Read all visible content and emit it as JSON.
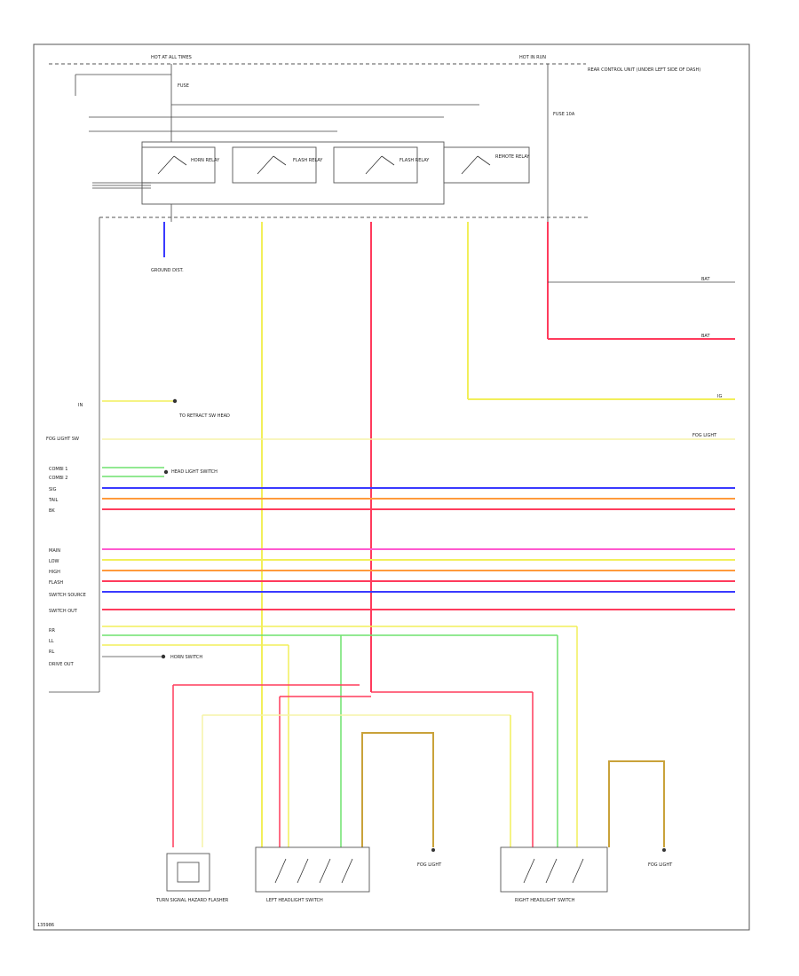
{
  "colors": {
    "red": "#ff3b5c",
    "yellow": "#f2ef5a",
    "blue": "#3a3aff",
    "orange": "#ff9a3c",
    "pink": "#ff5ad0",
    "green": "#6ee26e",
    "tan": "#c9a23a",
    "gray": "#888888"
  },
  "figure_id": "135986",
  "top": {
    "fuse_block_left": "HOT AT ALL TIMES",
    "fuse_block_right": "HOT IN RUN",
    "right_note": "REAR CONTROL UNIT (UNDER LEFT SIDE OF DASH)",
    "fuse_left": "FUSE",
    "fuse_right": "FUSE 10A"
  },
  "relays": [
    {
      "id": "relay-1",
      "label": "HORN RELAY"
    },
    {
      "id": "relay-2",
      "label": "FLASH RELAY"
    },
    {
      "id": "relay-3",
      "label": "FLASH RELAY"
    },
    {
      "id": "relay-4",
      "label": "REMOTE RELAY"
    }
  ],
  "ground_label": "GROUND DIST.",
  "left_labels": [
    {
      "id": "sig-1",
      "text": "IN"
    },
    {
      "id": "sig-2",
      "text": "FOG LIGHT SW"
    },
    {
      "id": "sig-3",
      "text": "COMBI 1"
    },
    {
      "id": "sig-4",
      "text": "COMBI 2"
    },
    {
      "id": "sig-5",
      "text": "SIG"
    },
    {
      "id": "sig-6",
      "text": "TAIL"
    },
    {
      "id": "sig-7",
      "text": "BK"
    },
    {
      "id": "sig-8",
      "text": "MAIN"
    },
    {
      "id": "sig-9",
      "text": "LOW"
    },
    {
      "id": "sig-10",
      "text": "HIGH"
    },
    {
      "id": "sig-11",
      "text": "FLASH"
    },
    {
      "id": "sig-12",
      "text": "SWITCH SOURCE"
    },
    {
      "id": "sig-13",
      "text": "SWITCH OUT"
    },
    {
      "id": "sig-14",
      "text": "RR"
    },
    {
      "id": "sig-15",
      "text": "LL"
    },
    {
      "id": "sig-16",
      "text": "RL"
    },
    {
      "id": "sig-17",
      "text": "DRIVE OUT"
    }
  ],
  "midleft_notes": {
    "n1": "TO RETRACT SW HEAD",
    "n2": "HEAD LIGHT SWITCH",
    "n3": "HORN SWITCH"
  },
  "right_edge": {
    "r1": "BAT",
    "r2": "BAT",
    "r3": "IG",
    "r4": "FOG LIGHT"
  },
  "bottom_components": [
    {
      "id": "comp-1",
      "label": "TURN SIGNAL HAZARD FLASHER"
    },
    {
      "id": "comp-2",
      "label": "LEFT HEADLIGHT SWITCH"
    },
    {
      "id": "comp-3",
      "label": "FOG LIGHT"
    },
    {
      "id": "comp-4",
      "label": "RIGHT HEADLIGHT SWITCH"
    },
    {
      "id": "comp-5",
      "label": "FOG LIGHT"
    }
  ]
}
